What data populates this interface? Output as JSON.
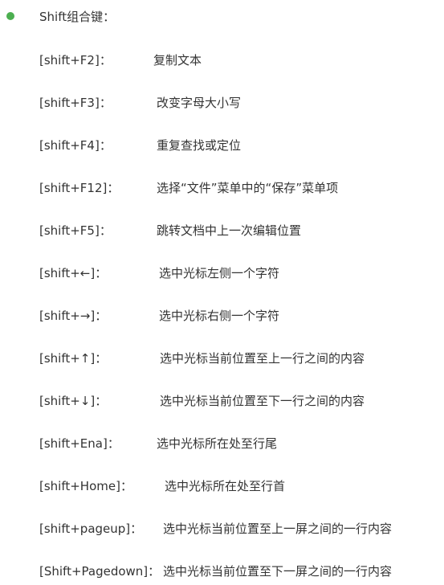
{
  "heading": {
    "bullet_color": "#4caf50",
    "text": "Shift组合键："
  },
  "shortcuts": [
    {
      "key": "[shift+F2]：",
      "description": "复制文本"
    },
    {
      "key": "[shift+F3]：",
      "description": "改变字母大小写"
    },
    {
      "key": "[shift+F4]：",
      "description": "重复查找或定位"
    },
    {
      "key": "[shift+F12]：",
      "description": "选择“文件”菜单中的“保存”菜单项"
    },
    {
      "key": "[shift+F5]：",
      "description": "跳转文档中上一次编辑位置"
    },
    {
      "key": "[shift+←]：",
      "description": "选中光标左侧一个字符"
    },
    {
      "key": "[shift+→]：",
      "description": "选中光标右侧一个字符"
    },
    {
      "key": "[shift+↑]：",
      "description": "选中光标当前位置至上一行之间的内容"
    },
    {
      "key": "[shift+↓]：",
      "description": "选中光标当前位置至下一行之间的内容"
    },
    {
      "key": "[shift+Ena]：",
      "description": "选中光标所在处至行尾"
    },
    {
      "key": "[shift+Home]：",
      "description": "选中光标所在处至行首"
    },
    {
      "key": "[shift+pageup]：",
      "description": "选中光标当前位置至上一屏之间的一行内容"
    },
    {
      "key": "[Shift+Pagedown]：",
      "description": "选中光标当前位置至下一屏之间的一行内容"
    }
  ]
}
